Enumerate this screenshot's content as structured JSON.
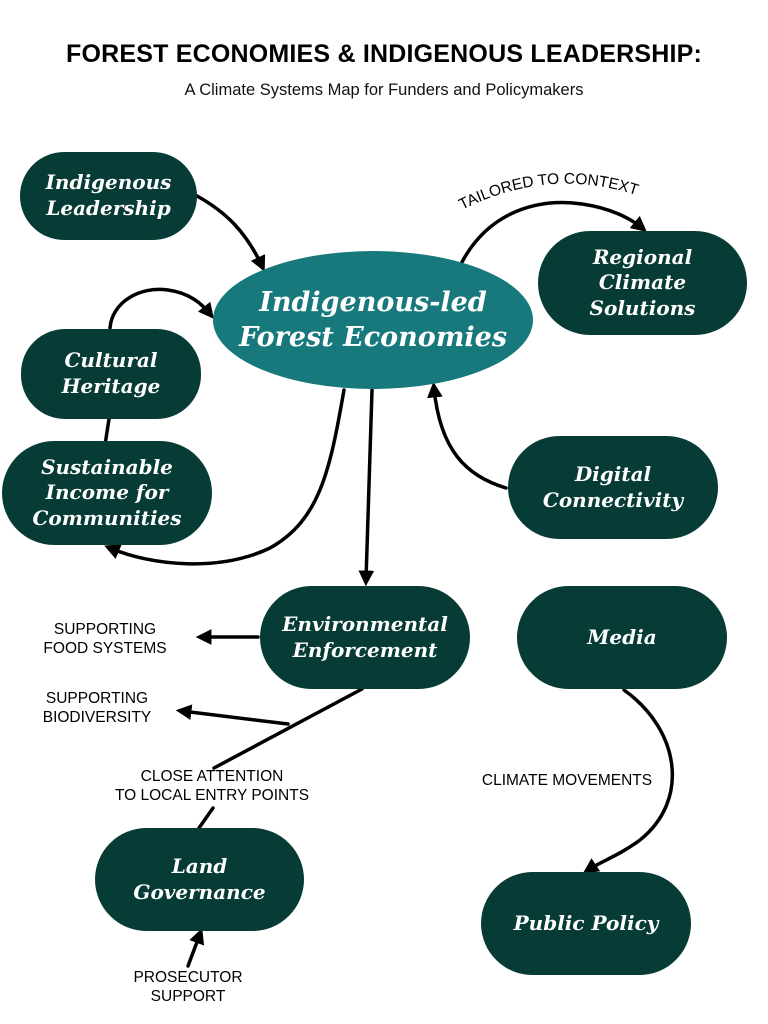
{
  "header": {
    "title": "FOREST ECONOMIES & INDIGENOUS LEADERSHIP:",
    "subtitle": "A Climate Systems Map for Funders and Policymakers"
  },
  "nodes": {
    "center": "Indigenous-led\nForest Economies",
    "indigenous_leadership": "Indigenous\nLeadership",
    "regional_climate_solutions": "Regional\nClimate\nSolutions",
    "cultural_heritage": "Cultural\nHeritage",
    "sustainable_income": "Sustainable\nIncome for\nCommunities",
    "digital_connectivity": "Digital\nConnectivity",
    "environmental_enforcement": "Environmental\nEnforcement",
    "media": "Media",
    "land_governance": "Land\nGovernance",
    "public_policy": "Public Policy"
  },
  "edge_labels": {
    "tailored": "TAILORED TO CONTEXT",
    "food_systems": "SUPPORTING\nFOOD SYSTEMS",
    "biodiversity": "SUPPORTING\nBIODIVERSITY",
    "entry_points": "CLOSE ATTENTION\nTO LOCAL ENTRY POINTS",
    "climate_movements": "CLIMATE MOVEMENTS",
    "prosecutor": "PROSECUTOR\nSUPPORT"
  },
  "colors": {
    "node_dark": "#073b35",
    "node_center": "#17797b",
    "edge": "#000000"
  }
}
